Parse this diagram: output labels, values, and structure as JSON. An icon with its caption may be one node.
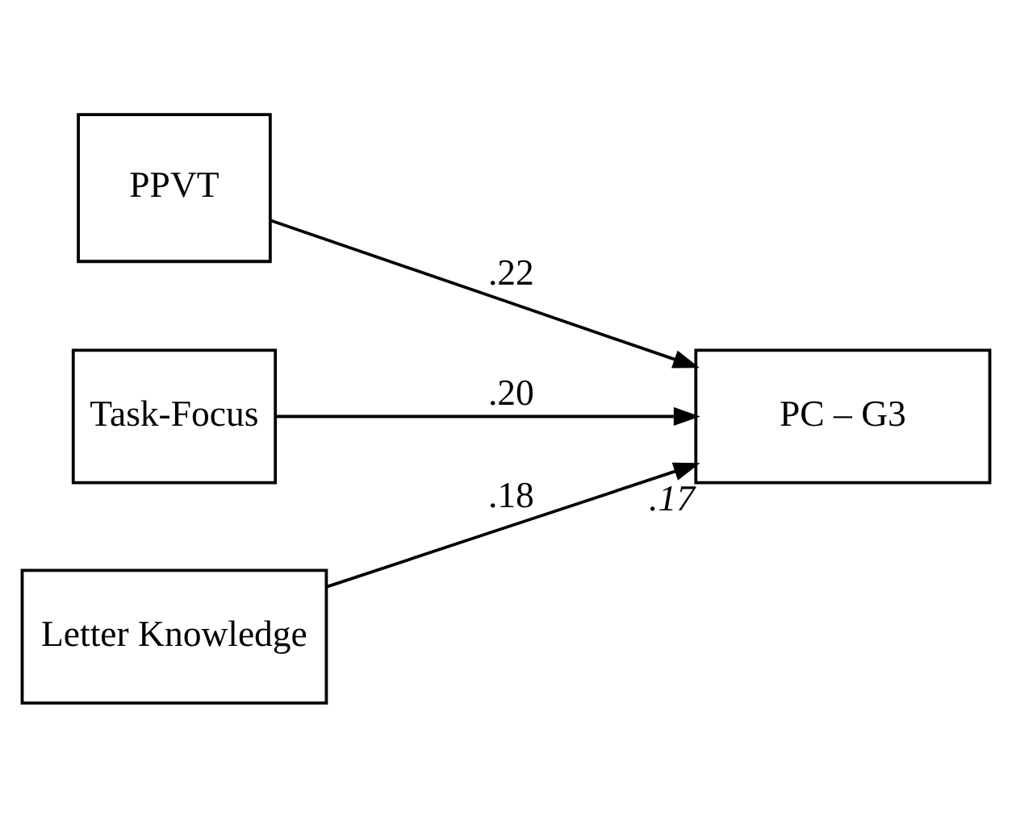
{
  "diagram": {
    "nodes": [
      {
        "text": [
          "PPVT"
        ]
      },
      {
        "text": [
          "Task-Focus"
        ]
      },
      {
        "text": [
          "Letter Knowledge"
        ]
      },
      {
        "text": [
          "PC – G3"
        ],
        "beside": [
          ".17"
        ]
      }
    ],
    "edges": [
      {
        "from": 0,
        "to": 3,
        "arrow": "to",
        "label": ".22"
      },
      {
        "from": 1,
        "to": 3,
        "arrow": "to",
        "label": ".20"
      },
      {
        "from": 2,
        "to": 3,
        "arrow": "to",
        "label": ".18"
      }
    ]
  }
}
